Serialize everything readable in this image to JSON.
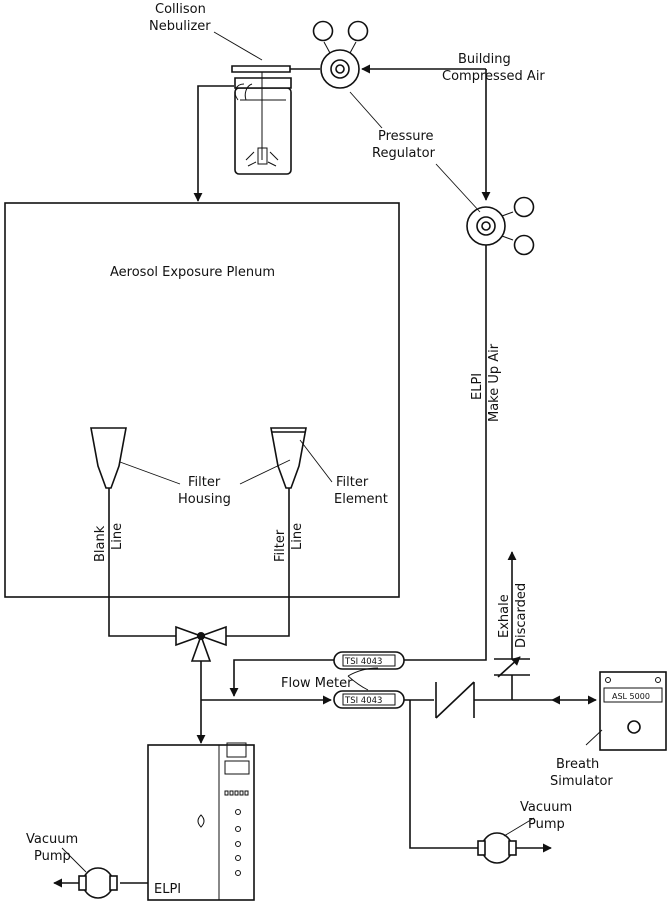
{
  "labels": {
    "collison_line1": "Collison",
    "collison_line2": "Nebulizer",
    "building_line1": "Building",
    "building_line2": "Compressed Air",
    "pressure_line1": "Pressure",
    "pressure_line2": "Regulator",
    "plenum": "Aerosol Exposure Plenum",
    "elpi_line1": "ELPI",
    "elpi_line2": "Make Up Air",
    "filter_housing_line1": "Filter",
    "filter_housing_line2": "Housing",
    "filter_element_line1": "Filter",
    "filter_element_line2": "Element",
    "blank_line1": "Blank",
    "blank_line2": "Line",
    "filter_line1": "Filter",
    "filter_line2": "Line",
    "exhale_line1": "Exhale",
    "exhale_line2": "Discarded",
    "flow_meter": "Flow Meter",
    "tsi_top": "TSI 4043",
    "tsi_bottom": "TSI 4043",
    "asl": "ASL 5000",
    "breath_line1": "Breath",
    "breath_line2": "Simulator",
    "vacuum_right_line1": "Vacuum",
    "vacuum_right_line2": "Pump",
    "vacuum_left_line1": "Vacuum",
    "vacuum_left_line2": "Pump",
    "elpi_unit": "ELPI"
  }
}
